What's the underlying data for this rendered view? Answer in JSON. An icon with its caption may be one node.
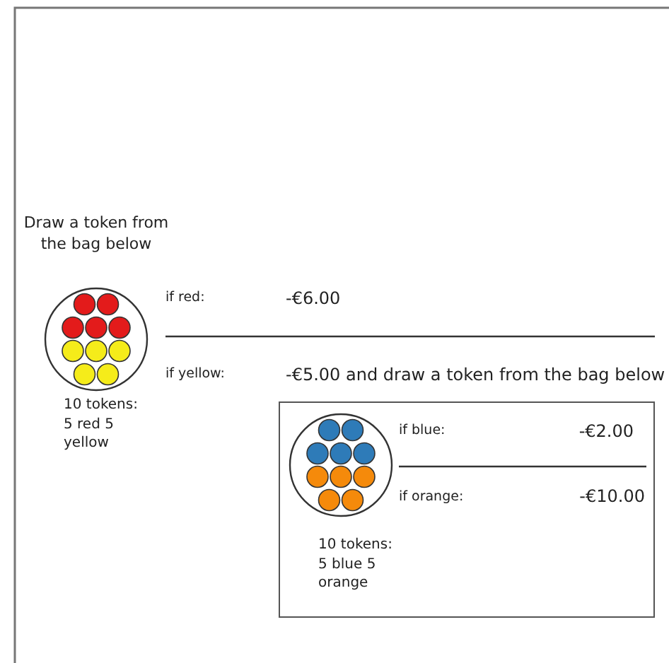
{
  "diagram": {
    "nodes": [
      {
        "text": [
          "Draw a token from the bag below"
        ],
        "beside": [
          "10 tokens: 5 red 5 yellow"
        ]
      },
      {
        "text": [],
        "shape": "box"
      },
      {
        "text": [],
        "shape": "circle",
        "in": 1,
        "beside": [
          "10 tokens: 5 blue 5 orange"
        ]
      }
    ],
    "labels": [
      "if red:",
      "-€6.00",
      "if yellow:",
      "-€5.00 and draw a token from the bag below",
      "if blue:",
      "-€2.00",
      "if orange:",
      "-€10.00"
    ]
  }
}
